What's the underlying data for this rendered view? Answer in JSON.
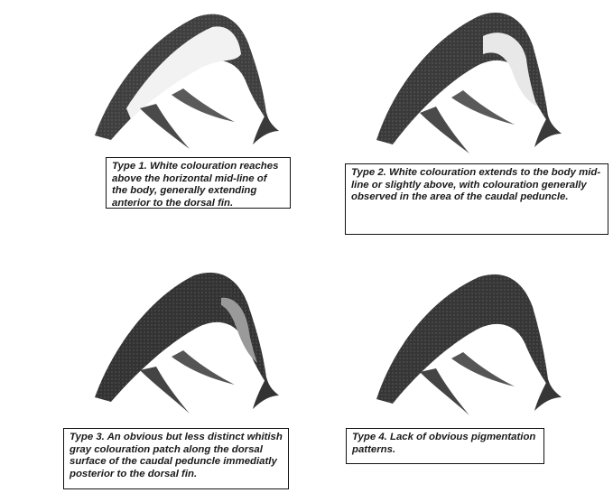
{
  "figure": {
    "panels": [
      {
        "caption": "Type 1. White colouration reaches above the horizontal mid-line of the body, generally extending anterior to the dorsal fin.",
        "pattern": "type-1",
        "whale_color": "#3f3f3f",
        "patch_color": "#f2f2f2"
      },
      {
        "caption": "Type 2. White colouration extends to the body mid-line or slightly above, with colouration generally observed in the area of the caudal peduncle.",
        "pattern": "type-2",
        "whale_color": "#3a3a3a",
        "patch_color": "#e8e8e8"
      },
      {
        "caption": "Type 3. An obvious but less distinct whitish gray colouration patch along the dorsal surface of the caudal peduncle immediatly posterior to the dorsal fin.",
        "pattern": "type-3",
        "whale_color": "#333333",
        "patch_color": "#9a9a9a"
      },
      {
        "caption": "Type 4. Lack of obvious pigmentation patterns.",
        "pattern": "type-4",
        "whale_color": "#363636",
        "patch_color": "#363636"
      }
    ]
  }
}
